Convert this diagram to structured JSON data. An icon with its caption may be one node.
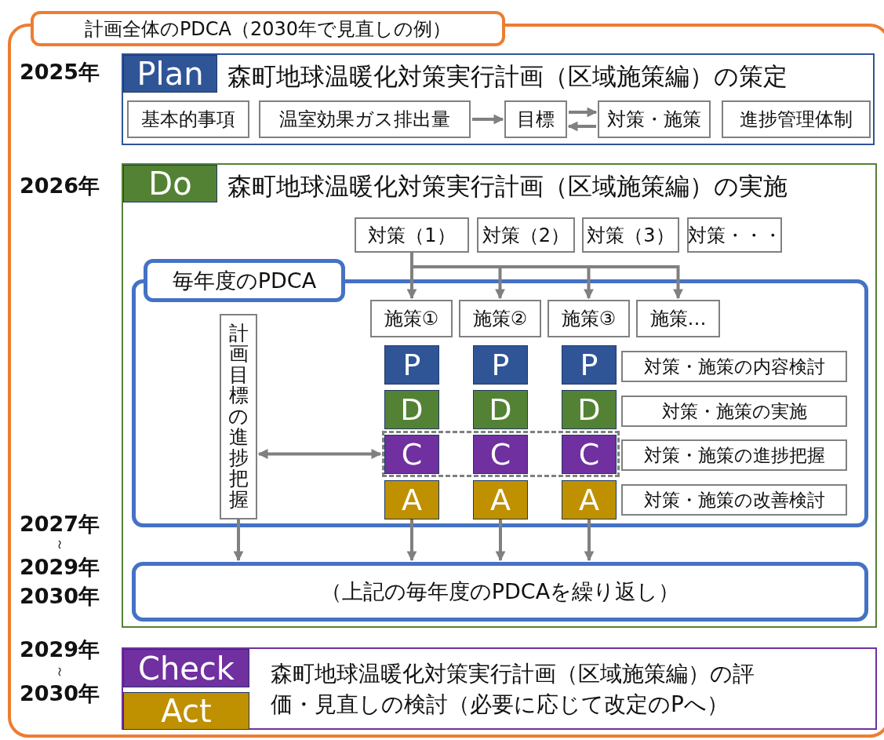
{
  "diagram": {
    "nodes": [
      {
        "text": [
          "計画全体のPDCA（2030年で見直しの例）"
        ]
      },
      {
        "text": [
          "森町地球温暖化対策実行計画（区域施策編）の策定"
        ],
        "in": 0
      },
      {
        "text": [
          "Plan"
        ],
        "in": 1
      },
      {
        "text": [
          "基本的事項"
        ],
        "in": 1
      },
      {
        "text": [
          "温室効果ガス排出量"
        ],
        "in": 1
      },
      {
        "text": [
          "目標"
        ],
        "in": 1
      },
      {
        "text": [
          "対策・施策"
        ],
        "in": 1
      },
      {
        "text": [
          "進捗管理体制"
        ],
        "in": 1
      },
      {
        "text": [
          "森町地球温暖化対策実行計画（区域施策編）の実施"
        ],
        "in": 0
      },
      {
        "text": [
          "Do"
        ],
        "in": 8
      },
      {
        "text": [
          "対策（1）"
        ],
        "in": 8
      },
      {
        "text": [
          "対策（2）"
        ],
        "in": 8
      },
      {
        "text": [
          "対策（3）"
        ],
        "in": 8
      },
      {
        "text": [
          "対策・・・"
        ],
        "in": 8
      },
      {
        "text": [
          "毎年度のPDCA"
        ],
        "in": 8
      },
      {
        "text": [
          "計画目標の進捗把握"
        ],
        "in": 14
      },
      {
        "text": [
          "施策①"
        ],
        "in": 14
      },
      {
        "text": [
          "施策②"
        ],
        "in": 14
      },
      {
        "text": [
          "施策③"
        ],
        "in": 14
      },
      {
        "text": [
          "施策…"
        ],
        "in": 14
      },
      {
        "text": [
          "P"
        ],
        "in": 14
      },
      {
        "text": [
          "P"
        ],
        "in": 14
      },
      {
        "text": [
          "P"
        ],
        "in": 14
      },
      {
        "text": [
          "対策・施策の内容検討"
        ],
        "in": 14
      },
      {
        "text": [
          "D"
        ],
        "in": 14
      },
      {
        "text": [
          "D"
        ],
        "in": 14
      },
      {
        "text": [
          "D"
        ],
        "in": 14
      },
      {
        "text": [
          "対策・施策の実施"
        ],
        "in": 14
      },
      {
        "text": [],
        "shape": "box",
        "in": 14
      },
      {
        "text": [
          "C"
        ],
        "in": 28
      },
      {
        "text": [
          "C"
        ],
        "in": 28
      },
      {
        "text": [
          "C"
        ],
        "in": 28
      },
      {
        "text": [
          "対策・施策の進捗把握"
        ],
        "in": 14
      },
      {
        "text": [
          "A"
        ],
        "in": 14
      },
      {
        "text": [
          "A"
        ],
        "in": 14
      },
      {
        "text": [
          "A"
        ],
        "in": 14
      },
      {
        "text": [
          "対策・施策の改善検討"
        ],
        "in": 14
      },
      {
        "text": [
          "（上記の毎年度のPDCAを繰り返し）"
        ],
        "in": 8
      },
      {
        "text": [
          "森町地球温暖化対策実行計画（区域施策編）の評価・見直しの検討（必要に応じて改定のPへ）"
        ],
        "in": 0
      },
      {
        "text": [
          "Check"
        ],
        "in": 38
      },
      {
        "text": [
          "Act"
        ],
        "in": 38
      }
    ],
    "edges": [
      {
        "from": 4,
        "to": 5,
        "arrow": "to"
      },
      {
        "from": 5,
        "to": 6,
        "arrow": "to"
      },
      {
        "from": 6,
        "to": 5,
        "arrow": "to"
      },
      {
        "from": 10,
        "to": 16,
        "arrow": "to"
      },
      {
        "from": 10,
        "to": 17,
        "arrow": "to"
      },
      {
        "from": 10,
        "to": 18,
        "arrow": "to"
      },
      {
        "from": 10,
        "to": 19,
        "arrow": "to"
      },
      {
        "from": 15,
        "to": 28,
        "arrow": "both"
      },
      {
        "from": 15,
        "to": 37,
        "arrow": "to"
      },
      {
        "from": 33,
        "to": 37,
        "arrow": "to"
      },
      {
        "from": 34,
        "to": 37,
        "arrow": "to"
      },
      {
        "from": 35,
        "to": 37,
        "arrow": "to"
      }
    ],
    "labels": [
      "2025年",
      "2026年",
      "2027年",
      "～",
      "2029年",
      "2030年",
      "2029年",
      "～",
      "2030年"
    ]
  }
}
